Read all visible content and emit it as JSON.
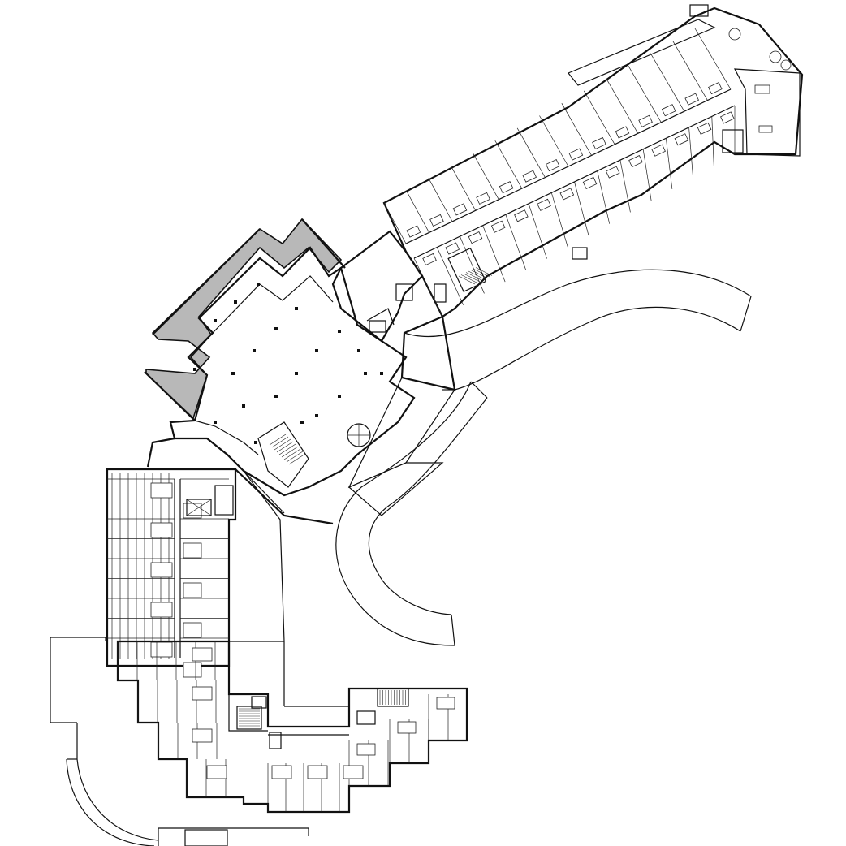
{
  "drawing": {
    "type": "architectural floor plan",
    "line_color": "#111111",
    "roof_hatch_color": "#b8b8b8",
    "background": "#ffffff"
  },
  "wings": [
    {
      "id": "northeast-guestroom-wing"
    },
    {
      "id": "central-lobby-block"
    },
    {
      "id": "west-guestroom-wing"
    },
    {
      "id": "south-guestroom-wing"
    },
    {
      "id": "entrance-drive"
    }
  ]
}
